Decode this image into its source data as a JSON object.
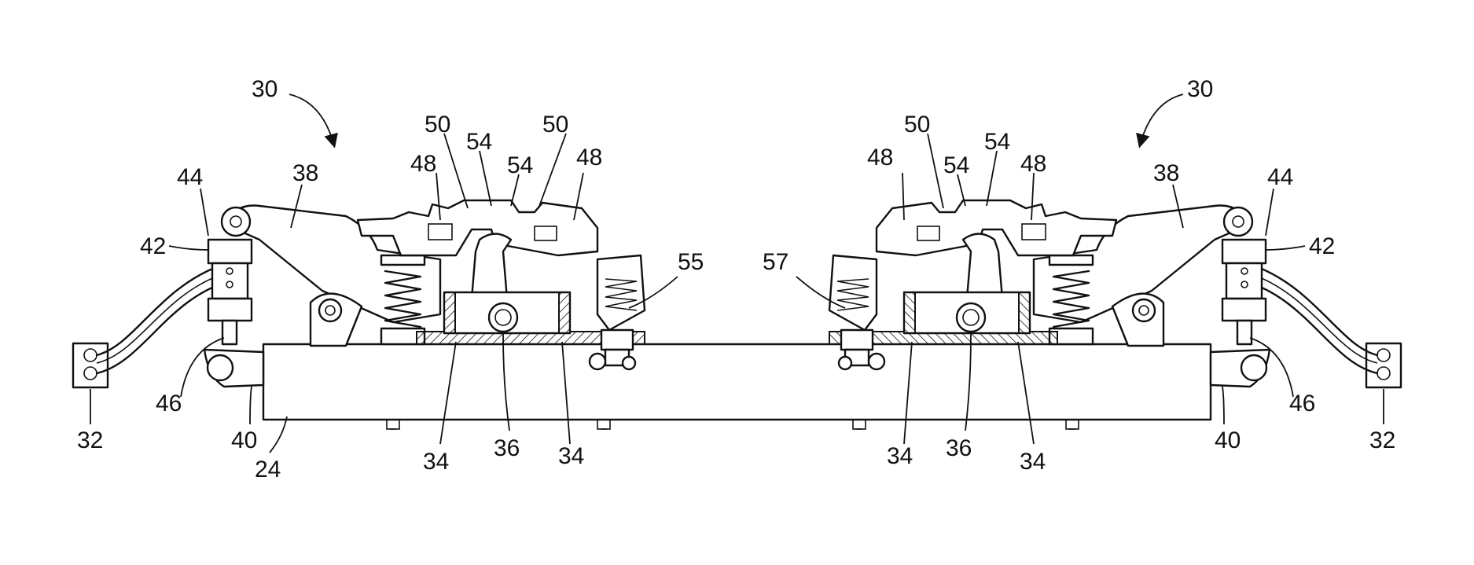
{
  "figure": {
    "labels": {
      "l30": "30",
      "r30": "30",
      "l50a": "50",
      "l50b": "50",
      "r50": "50",
      "l54a": "54",
      "l54b": "54",
      "r54a": "54",
      "r54b": "54",
      "l48a": "48",
      "l48b": "48",
      "r48a": "48",
      "r48b": "48",
      "l44": "44",
      "r44": "44",
      "l38": "38",
      "r38": "38",
      "l42": "42",
      "r42": "42",
      "l55": "55",
      "r57": "57",
      "l46": "46",
      "r46": "46",
      "l32": "32",
      "r32": "32",
      "l40": "40",
      "r40": "40",
      "l24": "24",
      "l34a": "34",
      "l34b": "34",
      "r34a": "34",
      "r34b": "34",
      "l36": "36",
      "r36": "36"
    }
  }
}
